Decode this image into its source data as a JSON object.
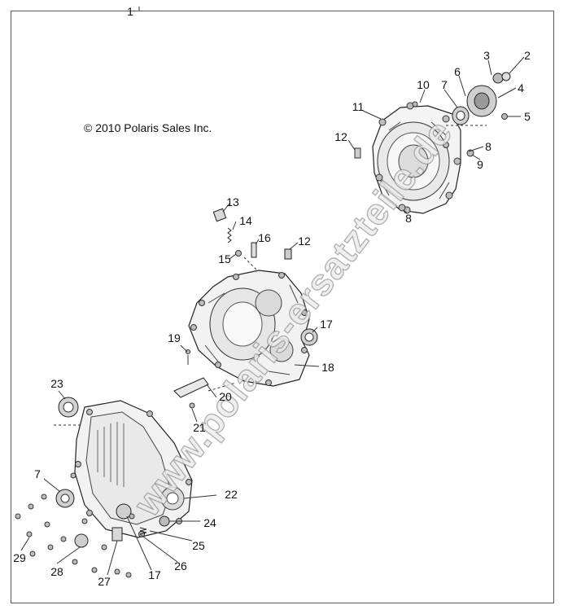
{
  "diagram": {
    "copyright": "© 2010 Polaris Sales Inc.",
    "watermark": "www.polaris-ersatzteile.de",
    "callouts": [
      {
        "id": "c1",
        "text": "1"
      },
      {
        "id": "c2",
        "text": "2"
      },
      {
        "id": "c3",
        "text": "3"
      },
      {
        "id": "c4",
        "text": "4"
      },
      {
        "id": "c5",
        "text": "5"
      },
      {
        "id": "c6",
        "text": "6"
      },
      {
        "id": "c7a",
        "text": "7"
      },
      {
        "id": "c8a",
        "text": "8"
      },
      {
        "id": "c8b",
        "text": "8"
      },
      {
        "id": "c9",
        "text": "9"
      },
      {
        "id": "c10",
        "text": "10"
      },
      {
        "id": "c11",
        "text": "11"
      },
      {
        "id": "c12a",
        "text": "12"
      },
      {
        "id": "c12b",
        "text": "12"
      },
      {
        "id": "c13",
        "text": "13"
      },
      {
        "id": "c14",
        "text": "14"
      },
      {
        "id": "c15",
        "text": "15"
      },
      {
        "id": "c16",
        "text": "16"
      },
      {
        "id": "c17a",
        "text": "17"
      },
      {
        "id": "c18",
        "text": "18"
      },
      {
        "id": "c19",
        "text": "19"
      },
      {
        "id": "c20",
        "text": "20"
      },
      {
        "id": "c21",
        "text": "21"
      },
      {
        "id": "c22",
        "text": "22"
      },
      {
        "id": "c23",
        "text": "23"
      },
      {
        "id": "c7b",
        "text": "7"
      },
      {
        "id": "c24",
        "text": "24"
      },
      {
        "id": "c25",
        "text": "25"
      },
      {
        "id": "c26",
        "text": "26"
      },
      {
        "id": "c17b",
        "text": "17"
      },
      {
        "id": "c27",
        "text": "27"
      },
      {
        "id": "c28",
        "text": "28"
      },
      {
        "id": "c29",
        "text": "29"
      }
    ]
  }
}
